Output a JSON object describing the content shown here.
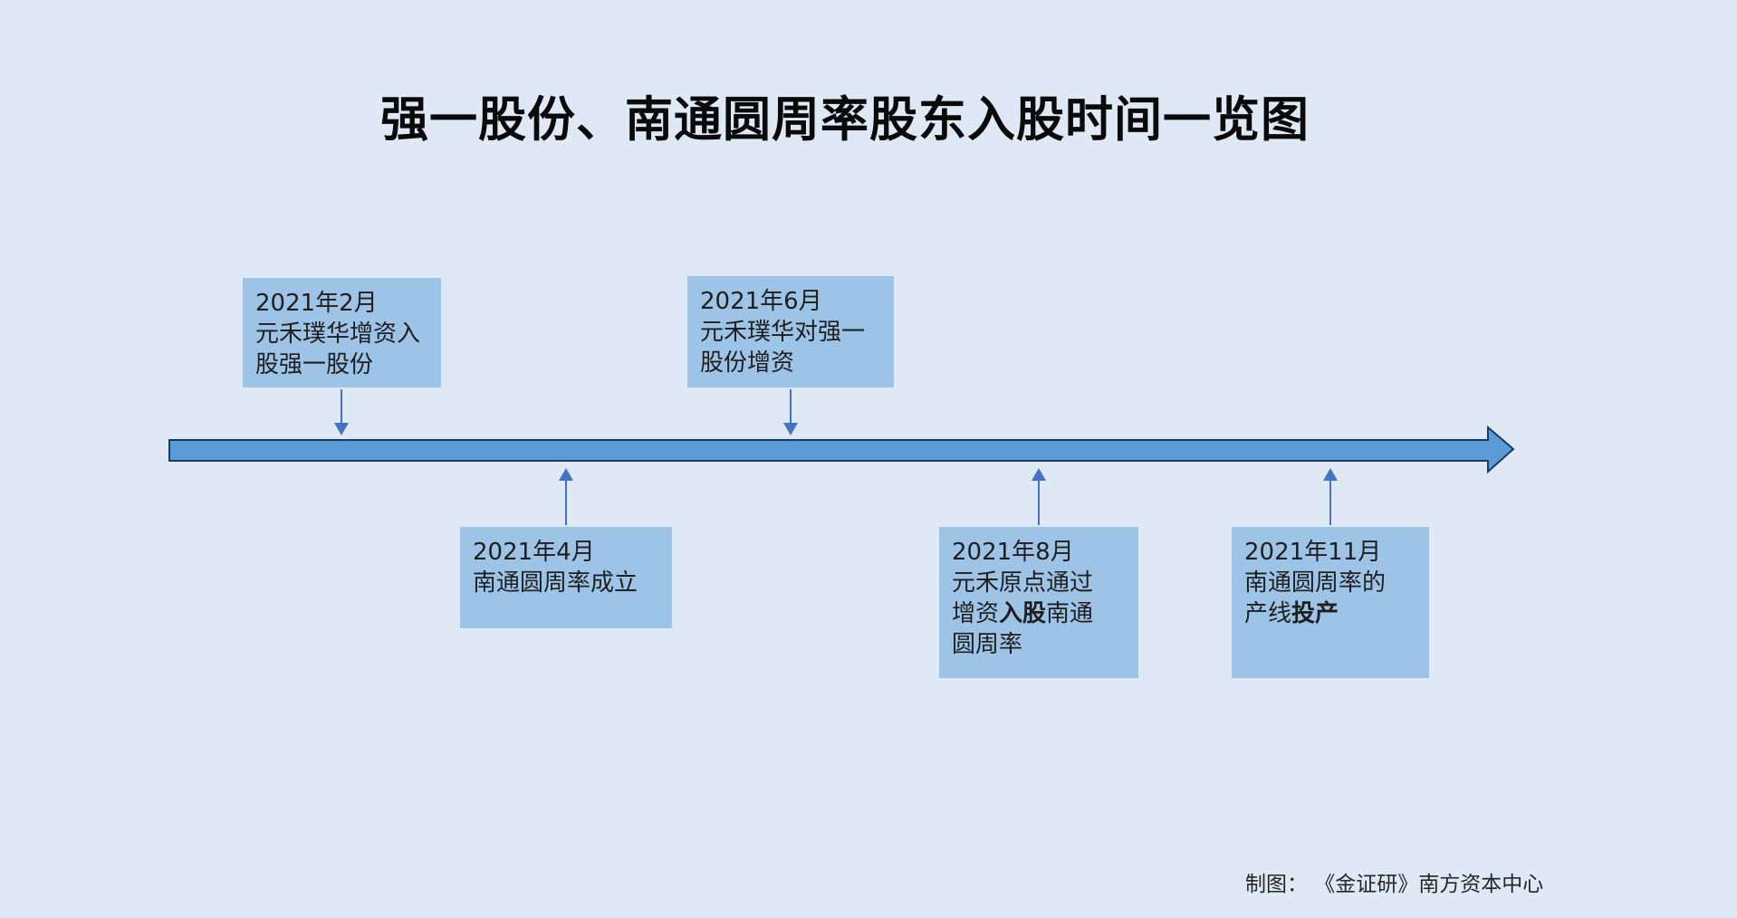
{
  "title": "强一股份、南通圆周率股东入股时间一览图",
  "caption": "制图： 《金证研》南方资本中心",
  "colors": {
    "background": "#DEE9F5",
    "box_fill": "#9DC3E6",
    "arrow_fill": "#5B9BD5",
    "arrow_border": "#1F3864",
    "connector": "#4472C4"
  },
  "timeline": {
    "direction": "left-to-right",
    "icon": "right-block-arrow-icon"
  },
  "events": [
    {
      "name": "2021-02",
      "side": "above",
      "connector": "down-arrow-icon",
      "lines": [
        [
          {
            "t": "2021年2月",
            "b": false
          }
        ],
        [
          {
            "t": "元禾璞华增资入",
            "b": false
          }
        ],
        [
          {
            "t": "股强一股份",
            "b": false
          }
        ]
      ]
    },
    {
      "name": "2021-06",
      "side": "above",
      "connector": "down-arrow-icon",
      "lines": [
        [
          {
            "t": "2021年6月",
            "b": false
          }
        ],
        [
          {
            "t": "元禾璞华对强一",
            "b": false
          }
        ],
        [
          {
            "t": "股份增资",
            "b": false
          }
        ]
      ]
    },
    {
      "name": "2021-04",
      "side": "below",
      "connector": "up-arrow-icon",
      "lines": [
        [
          {
            "t": "2021年4月",
            "b": false
          }
        ],
        [
          {
            "t": "南通圆周率成立",
            "b": false
          }
        ]
      ]
    },
    {
      "name": "2021-08",
      "side": "below",
      "connector": "up-arrow-icon",
      "lines": [
        [
          {
            "t": "2021年8月",
            "b": false
          }
        ],
        [
          {
            "t": "元禾原点通过",
            "b": false
          }
        ],
        [
          {
            "t": "增资",
            "b": false
          },
          {
            "t": "入股",
            "b": true
          },
          {
            "t": "南通",
            "b": false
          }
        ],
        [
          {
            "t": "圆周率",
            "b": false
          }
        ]
      ]
    },
    {
      "name": "2021-11",
      "side": "below",
      "connector": "up-arrow-icon",
      "lines": [
        [
          {
            "t": "2021年11月",
            "b": false
          }
        ],
        [
          {
            "t": "南通圆周率的",
            "b": false
          }
        ],
        [
          {
            "t": "产线",
            "b": false
          },
          {
            "t": "投产",
            "b": true
          }
        ]
      ]
    }
  ]
}
